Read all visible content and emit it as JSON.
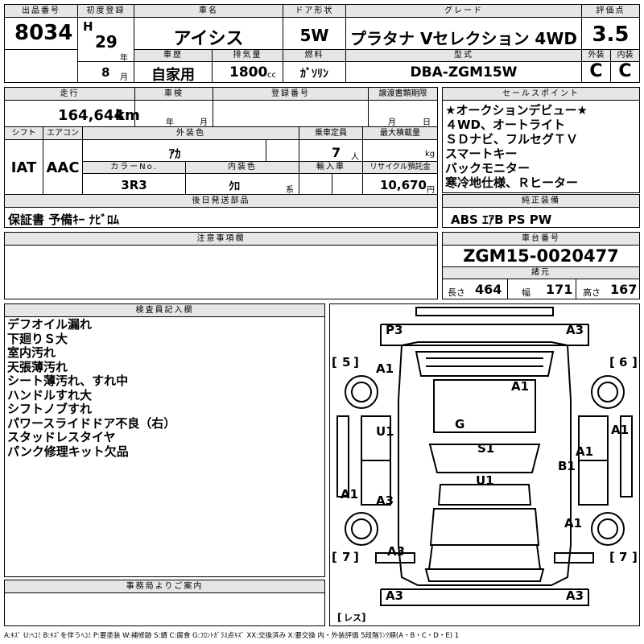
{
  "header": {
    "lot_label": "出品番号",
    "lot_value": "8034",
    "first_reg_label": "初度登録",
    "era": "H",
    "year": "29",
    "year_unit": "年",
    "month": "8",
    "month_unit": "月",
    "car_name_label": "車名",
    "car_name": "アイシス",
    "doors_label": "ドア形状",
    "doors": "5W",
    "grade_label": "グレード",
    "grade": "プラタナ Vセレクション 4WD",
    "score_label": "評価点",
    "score": "3.5",
    "history_label": "車歴",
    "history": "自家用",
    "displacement_label": "排気量",
    "displacement": "1800",
    "displacement_unit": "cc",
    "fuel_label": "燃料",
    "fuel": "ｶﾞｿﾘﾝ",
    "model_label": "型式",
    "model": "DBA-ZGM15W",
    "ext_label": "外装",
    "ext": "C",
    "int_label": "内装",
    "int": "C"
  },
  "row2": {
    "mileage_label": "走行",
    "mileage": "164,644",
    "mileage_unit": "km",
    "inspection_label": "車検",
    "insp_year_unit": "年",
    "insp_month_unit": "月",
    "regno_label": "登録番号",
    "transfer_label": "譲渡書類期限",
    "transfer_month_unit": "月",
    "transfer_day_unit": "日",
    "shift_label": "シフト",
    "shift": "IAT",
    "ac_label": "エアコン",
    "ac": "AAC",
    "color_label": "外装色",
    "color": "ｱｶ",
    "capacity_label": "乗車定員",
    "capacity": "7",
    "capacity_unit": "人",
    "payload_label": "最大積載量",
    "payload_unit": "kg",
    "colorno_label": "カラーNo.",
    "colorno": "3R3",
    "interior_label": "内装色",
    "interior": "ｸﾛ",
    "interior_unit": "系",
    "import_label": "輸入車",
    "recycle_label": "リサイクル預託金",
    "recycle": "10,670",
    "recycle_unit": "円",
    "later_label": "後日発送部品",
    "later": "保証書 予備ｷｰ ﾅﾋﾞﾛﾑ"
  },
  "sales_points": {
    "label": "セールスポイント",
    "items": [
      "★オークションデビュー★",
      "４WD、オートライト",
      "ＳＤナビ、フルセグＴＶ",
      "スマートキー",
      "バックモニター",
      "寒冷地仕様、Ｒヒーター"
    ]
  },
  "equipment": {
    "label": "純正装備",
    "value": "ABS ｴｱB PS PW"
  },
  "notes": {
    "label": "注意事項欄"
  },
  "chassis": {
    "label": "車台番号",
    "value": "ZGM15-0020477"
  },
  "dims": {
    "label": "諸元",
    "length_label": "長さ",
    "length": "464",
    "width_label": "幅",
    "width": "171",
    "height_label": "高さ",
    "height": "167"
  },
  "inspector": {
    "label": "検査員記入欄",
    "items": [
      "デフオイル漏れ",
      "下廻りＳ大",
      "室内汚れ",
      "天張薄汚れ",
      "シート薄汚れ、すれ中",
      "ハンドルすれ大",
      "シフトノブすれ",
      "パワースライドドア不良（右）",
      "スタッドレスタイヤ",
      "パンク修理キット欠品"
    ]
  },
  "office": {
    "label": "事務局よりご案内"
  },
  "diagram": {
    "marks": {
      "p3": "P3",
      "a3_rear_right": "A3",
      "n5": "5",
      "n6": "6",
      "a1_left_top": "A1",
      "a1_roof": "A1",
      "g": "G",
      "u1_left": "U1",
      "s1": "S1",
      "u1_center": "U1",
      "a1_right_edge": "A1",
      "a1_right_door": "A1",
      "b1": "B1",
      "a1_left_edge": "A1",
      "a3_left_door": "A3",
      "a1_right_lower": "A1",
      "n7_left": "7",
      "n7_right": "7",
      "a3_front_center": "A3",
      "a3_bottom_left": "A3",
      "a3_bottom_right": "A3",
      "less": "レス"
    }
  },
  "legend": "A:ｷｽﾞ U:ﾍｺﾐ B:ｷｽﾞを伴うﾍｺﾐ P:要塗装 W:補修跡 S:錆 C:腐食 G:ﾌﾛﾝﾄｶﾞﾗｽ点ｷｽﾞ XX:交換済み X:要交換 内・外装評価 5段階ﾗﾝｸ順(A・B・C・D・E) 1"
}
